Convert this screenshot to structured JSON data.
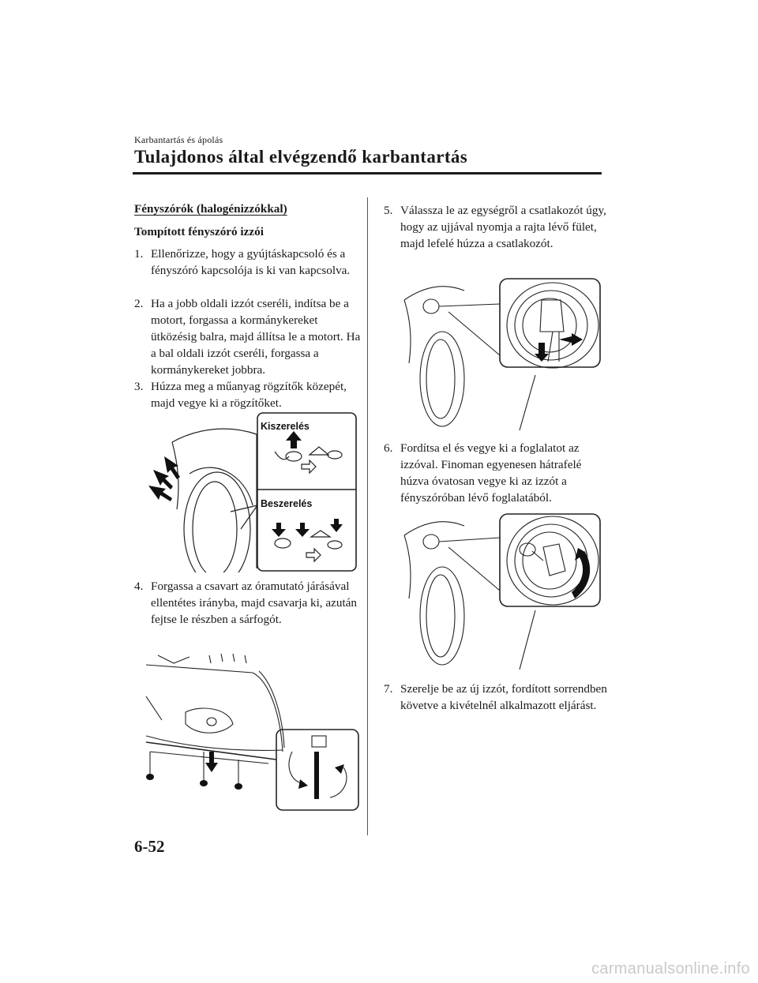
{
  "header": {
    "section_label": "Karbantartás és ápolás",
    "title": "Tulajdonos által elvégzendő karbantartás"
  },
  "left_column": {
    "heading_underlined": "Fényszórók (halogénizzókkal)",
    "subheading": "Tompított fényszóró izzói",
    "steps": [
      {
        "num": "1.",
        "text": "Ellenőrizze, hogy a gyújtáskapcsoló és a fényszóró kapcsolója is ki van kapcsolva."
      },
      {
        "num": "2.",
        "text": "Ha a jobb oldali izzót cseréli, indítsa be a motort, forgassa a kormánykereket ütközésig balra, majd állítsa le a motort. Ha a bal oldali izzót cseréli, forgassa a kormánykereket jobbra."
      },
      {
        "num": "3.",
        "text": "Húzza meg a műanyag rögzítők közepét, majd vegye ki a rögzítőket."
      },
      {
        "num": "4.",
        "text": "Forgassa a csavart az óramutató járásával ellentétes irányba, majd csavarja ki, azután fejtse le részben a sárfogót."
      }
    ],
    "figure1": {
      "label_removal": "Kiszerelés",
      "label_install": "Beszerelés"
    }
  },
  "right_column": {
    "steps": [
      {
        "num": "5.",
        "text": "Válassza le az egységről a csatlakozót úgy, hogy az ujjával nyomja a rajta lévő fület, majd lefelé húzza a csatlakozót."
      },
      {
        "num": "6.",
        "text": "Fordítsa el és vegye ki a foglalatot az izzóval. Finoman egyenesen hátrafelé húzva óvatosan vegye ki az izzót a fényszóróban lévő foglalatából."
      },
      {
        "num": "7.",
        "text": "Szerelje be az új izzót, fordított sorrendben követve a kivételnél alkalmazott eljárást."
      }
    ]
  },
  "footer": {
    "page_number": "6-52",
    "watermark": "carmanualsonline.info"
  }
}
